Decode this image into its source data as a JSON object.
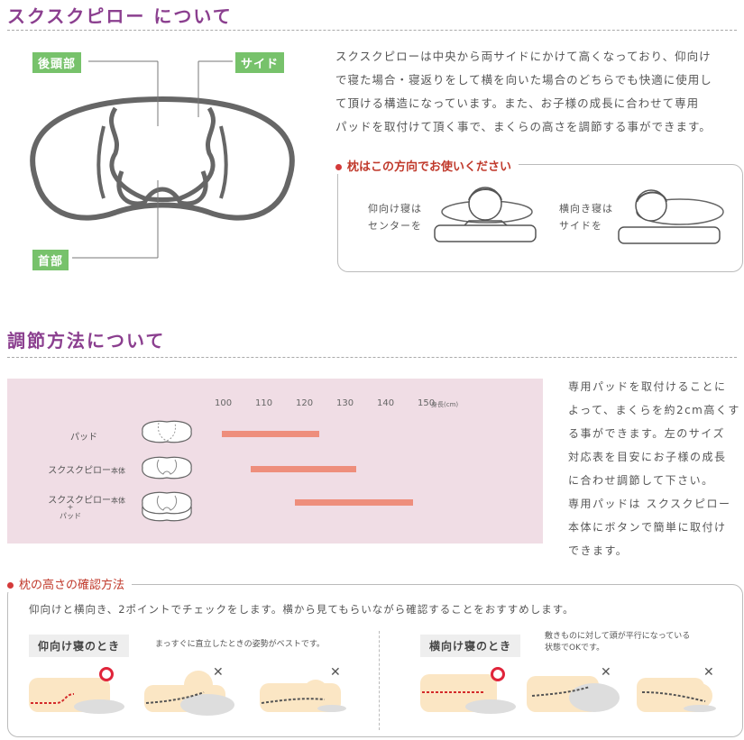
{
  "section1": {
    "title": "スクスクピロー について",
    "labels": {
      "back_head": "後頭部",
      "side": "サイド",
      "neck": "首部"
    },
    "description": [
      "スクスクピローは中央から両サイドにかけて高くなっており、仰向け",
      "で寝た場合・寝返りをして横を向いた場合のどちらでも快適に使用し",
      "て頂ける構造になっています。また、お子様の成長に合わせて専用",
      "パッドを取付けて頂く事で、まくらの高さを調節する事ができます。"
    ],
    "direction_heading": "枕はこの方向でお使いください",
    "supine": [
      "仰向け寝は",
      "センターを"
    ],
    "sideways": [
      "横向き寝は",
      "サイドを"
    ]
  },
  "section2": {
    "title": "調節方法について",
    "chart_data": {
      "type": "bar",
      "x_ticks": [
        "100",
        "110",
        "120",
        "130",
        "140",
        "150"
      ],
      "x_unit": "身長(cm)",
      "xlim": [
        100,
        150
      ],
      "rows": [
        {
          "label": "パッド",
          "label2": "",
          "label3": "",
          "range": [
            100,
            124
          ]
        },
        {
          "label": "スクスクピロー",
          "label2": "本体",
          "label3": "",
          "range": [
            107,
            133
          ]
        },
        {
          "label": "スクスクピロー",
          "label2": "本体",
          "label3": "+\nパッド",
          "range": [
            118,
            147
          ]
        }
      ],
      "bar_color": "#ee8e7c"
    },
    "description": [
      "専用パッドを取付けることに",
      "よって、まくらを約2cm高くす",
      "る事ができます。左のサイズ",
      "対応表を目安にお子様の成長",
      "に合わせ調節して下さい。",
      "専用パッドは スクスクピロー",
      "本体にボタンで簡単に取付け",
      "できます。"
    ]
  },
  "section3": {
    "heading": "枕の高さの確認方法",
    "intro": "仰向けと横向き、2ポイントでチェックをします。横から見てもらいながら確認することをおすすめします。",
    "supine_label": "仰向け寝のとき",
    "supine_note": "まっすぐに直立したときの姿勢がベストです。",
    "side_label": "横向け寝のとき",
    "side_note": [
      "敷きものに対して頭が平行になっている",
      "状態でOKです。"
    ]
  },
  "colors": {
    "title": "#8b3f8f",
    "tag": "#77c26b",
    "accent_red": "#d43a3a",
    "chart_bg": "#f0dde5",
    "bar": "#ee8e7c"
  }
}
